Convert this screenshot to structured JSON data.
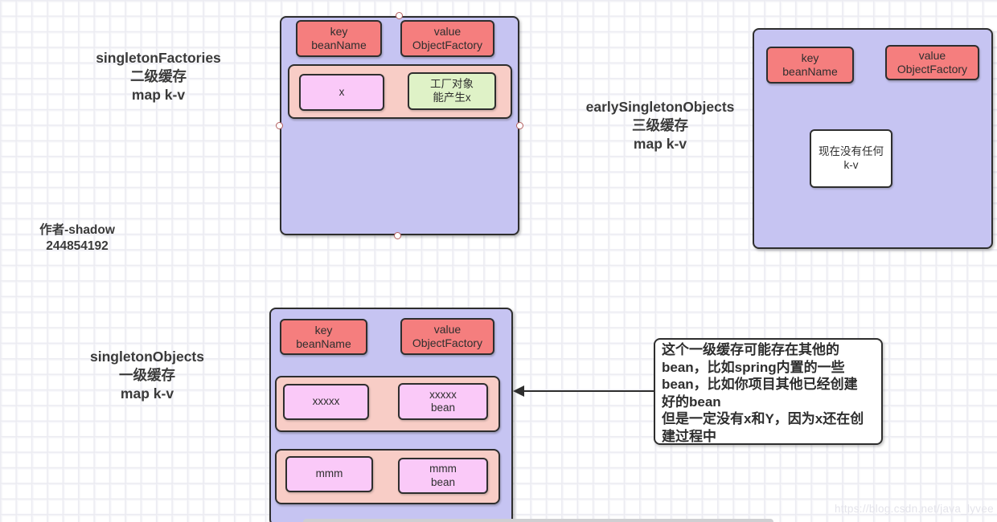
{
  "diagram": {
    "factoriesCache": {
      "label": "singletonFactories\n二级缓存\nmap k-v",
      "keyHeader": "key\nbeanName",
      "valueHeader": "value\nObjectFactory",
      "entry": {
        "key": "x",
        "value": "工厂对象\n能产生x"
      }
    },
    "earlyCache": {
      "label": "earlySingletonObjects\n三级缓存\nmap k-v",
      "keyHeader": "key\nbeanName",
      "valueHeader": "value\nObjectFactory",
      "emptyNote": "现在没有任何\nk-v"
    },
    "objectsCache": {
      "label": "singletonObjects\n一级缓存\nmap k-v",
      "keyHeader": "key\nbeanName",
      "valueHeader": "value\nObjectFactory",
      "entries": [
        {
          "key": "xxxxx",
          "value": "xxxxx\nbean"
        },
        {
          "key": "mmm",
          "value": "mmm\nbean"
        }
      ]
    },
    "annotation": "这个一级缓存可能存在其他的\nbean，比如spring内置的一些\nbean，比如你项目其他已经创建\n好的bean\n但是一定没有x和Y，因为x还在创\n建过程中",
    "author": "作者-shadow\n244854192",
    "watermark": "https://blog.csdn.net/java_lyvee"
  },
  "colors": {
    "mapFill": "#c6c4f2",
    "headerFill": "#f57e7e",
    "rowFill": "#f8cdc6",
    "keyCellFill": "#fac9f8",
    "factoryCellFill": "#dff2c7",
    "border": "#2e2e2e",
    "handleBorder": "#b56060",
    "gridLine": "#ececf2"
  }
}
